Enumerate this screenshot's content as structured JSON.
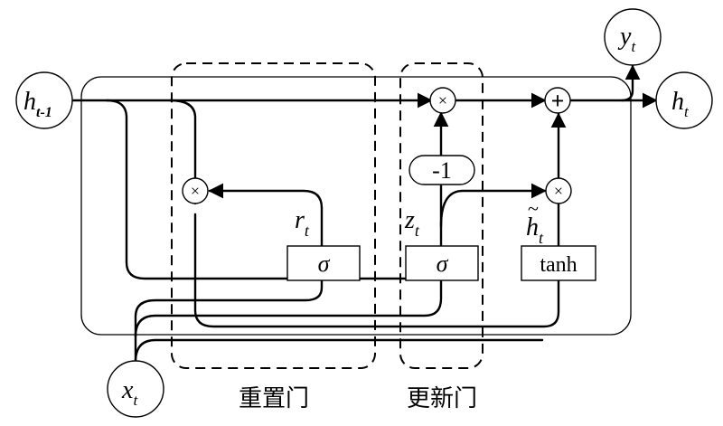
{
  "nodes": {
    "h_prev": {
      "base": "h",
      "sub": "t-1"
    },
    "x_t": {
      "base": "x",
      "sub": "t"
    },
    "h_t": {
      "base": "h",
      "sub": "t"
    },
    "y_t": {
      "base": "y",
      "sub": "t"
    }
  },
  "gates": {
    "reset_gate_label": "重置门",
    "update_gate_label": "更新门"
  },
  "activations": {
    "reset_sigma": "σ",
    "update_sigma": "σ",
    "candidate_tanh": "tanh"
  },
  "signals": {
    "r_t": {
      "base": "r",
      "sub": "t"
    },
    "z_t": {
      "base": "z",
      "sub": "t"
    },
    "h_tilde_t": {
      "base": "h",
      "sub": "t",
      "accent": "~"
    }
  },
  "operators": {
    "multiply": "×",
    "add": "+",
    "one_minus": "-1"
  }
}
